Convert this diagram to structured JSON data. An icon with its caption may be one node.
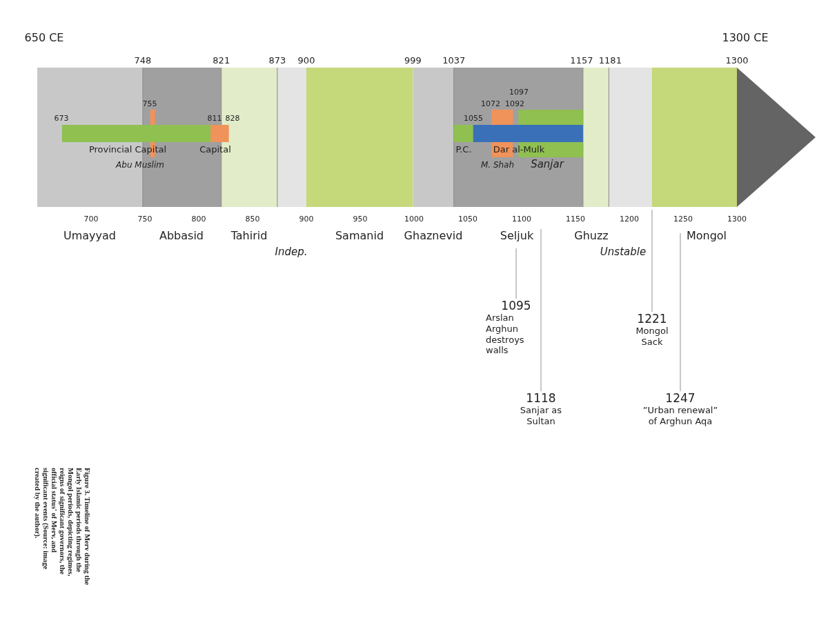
{
  "diagram": {
    "caption": "Figure 3. Timeline of Merv during the Early Islamic periods through the Mongol periods, depicting regimes, reigns of significant governors, the official status' of Merv, and significant events (Source: image created by the author).",
    "nodes": [
      {
        "text": [
          "1095",
          "Arslan Arghun destroys walls"
        ]
      },
      {
        "text": [
          "1118",
          "Sanjar as Sultan"
        ]
      },
      {
        "text": [
          "1221",
          "Mongol Sack"
        ]
      },
      {
        "text": [
          "1247",
          "”Urban renewal” of Arghun Aqa"
        ]
      }
    ],
    "edges": [
      {
        "from": 0,
        "to": null,
        "arrow": "none"
      },
      {
        "from": 1,
        "to": null,
        "arrow": "none"
      },
      {
        "from": 2,
        "to": null,
        "arrow": "none"
      },
      {
        "from": 3,
        "to": null,
        "arrow": "none"
      }
    ],
    "labels": [
      "650 CE",
      "1300 CE",
      "748",
      "821",
      "873",
      "900",
      "999",
      "1037",
      "1157",
      "1181",
      "1300",
      "1097",
      "755",
      "1072",
      "1092",
      "673",
      "811",
      "828",
      "1055",
      "Provincial Capital",
      "Capital",
      "P.C.",
      "Dar al-Mulk",
      "Abu Muslim",
      "M. Shah",
      "Sanjar",
      "700",
      "750",
      "800",
      "850",
      "900",
      "950",
      "1000",
      "1050",
      "1100",
      "1150",
      "1200",
      "1250",
      "1300",
      "Umayyad",
      "Abbasid",
      "Tahirid",
      "Samanid",
      "Ghaznevid",
      "Seljuk",
      "Ghuzz",
      "Mongol",
      "Indep.",
      "Unstable"
    ]
  }
}
